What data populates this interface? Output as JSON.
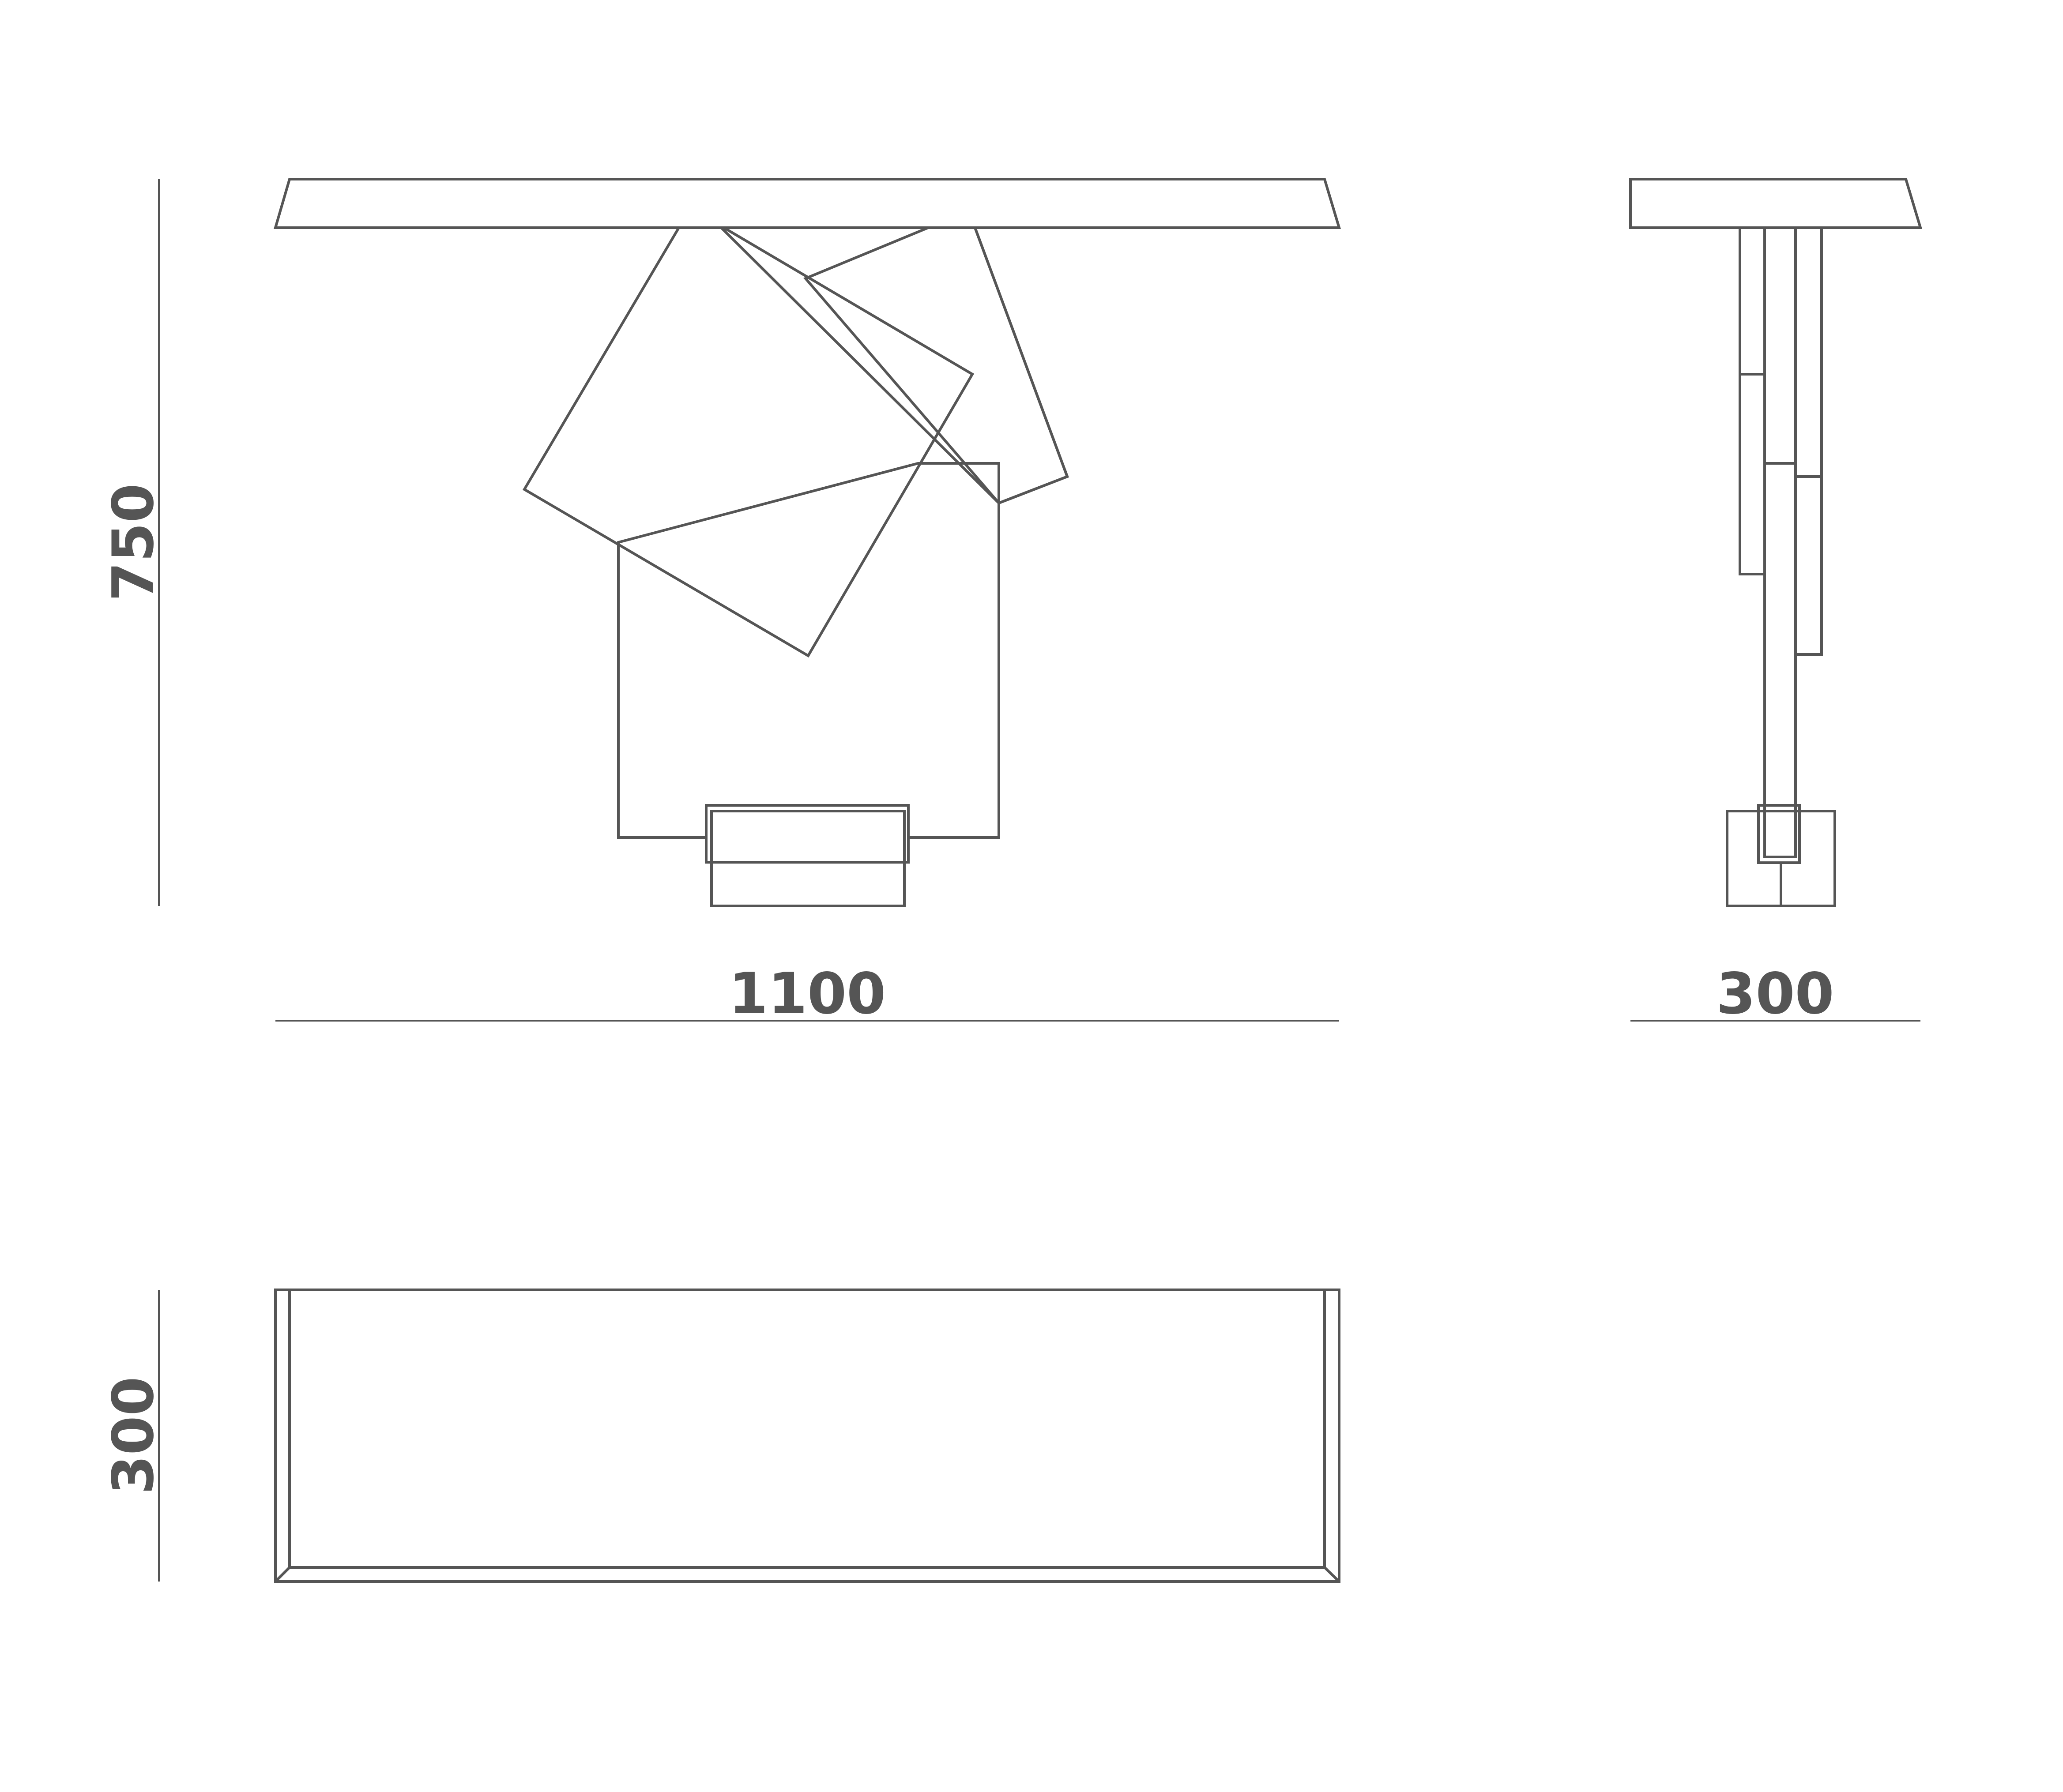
{
  "dimensions": {
    "front_height": "750",
    "front_width": "1100",
    "side_width": "300",
    "top_depth": "300"
  },
  "colors": {
    "line": "#555555",
    "background": "#ffffff"
  }
}
